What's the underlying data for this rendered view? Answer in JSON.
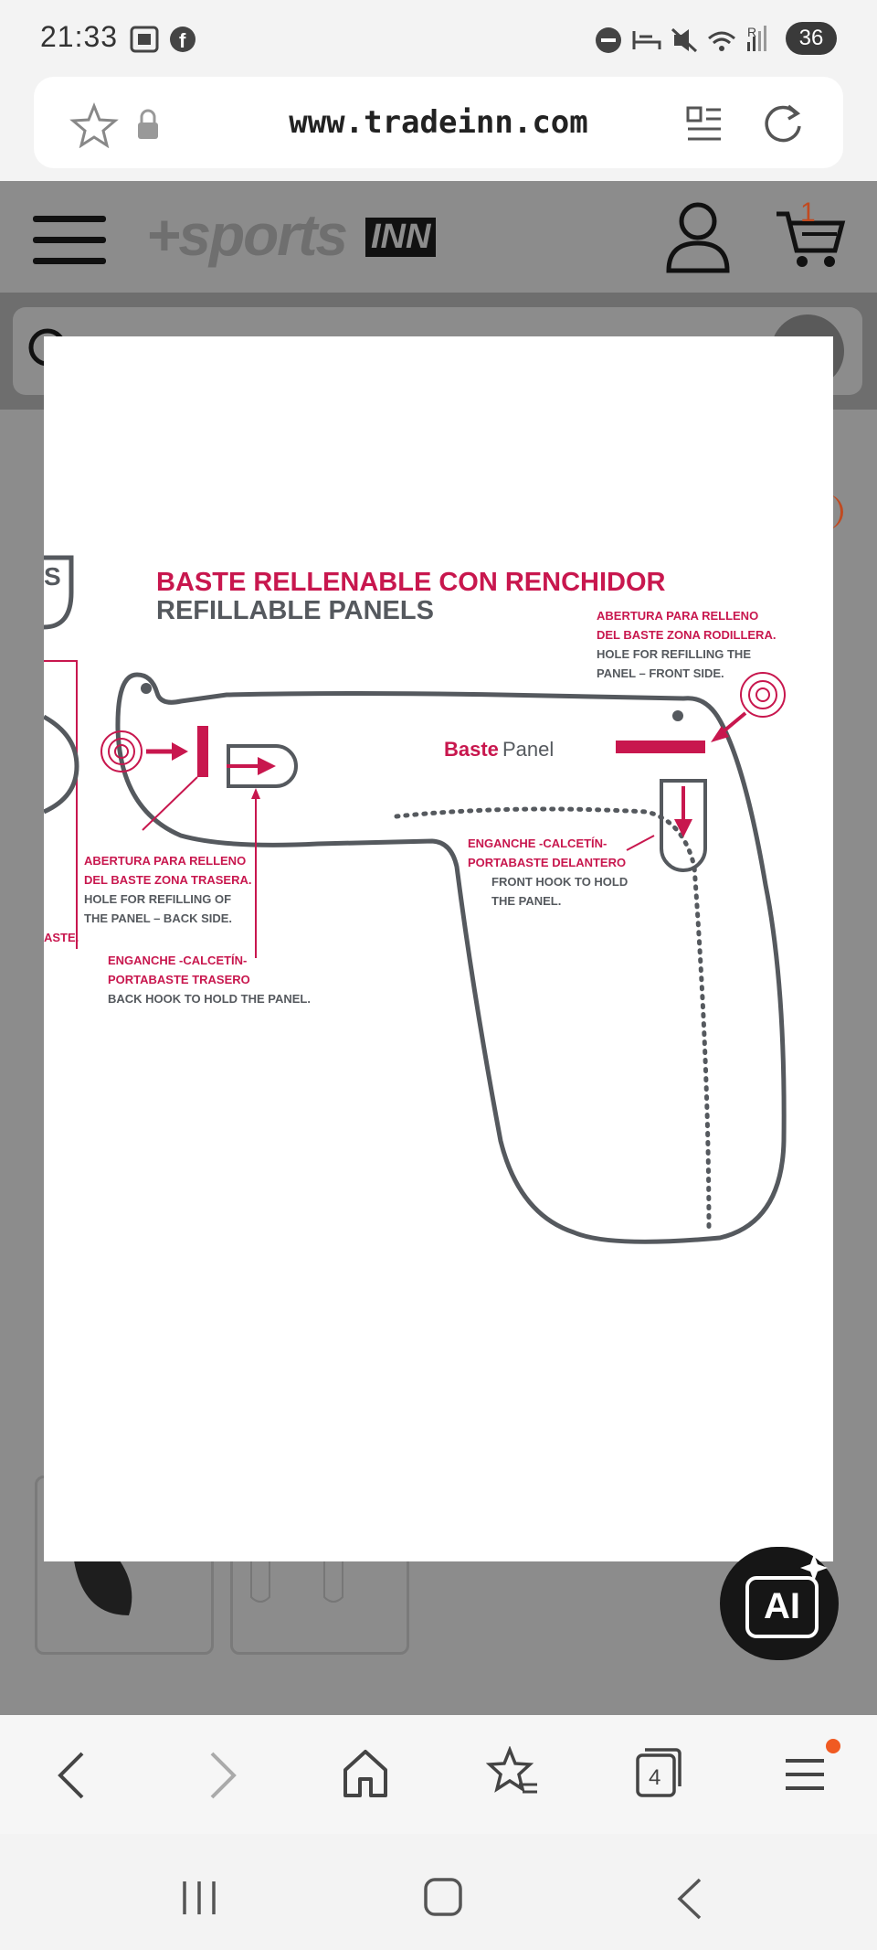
{
  "status_bar": {
    "time": "21:33",
    "battery": "36",
    "signal_label": "R"
  },
  "browser": {
    "url": "www.tradeinn.com",
    "tabs_count": "4"
  },
  "site": {
    "logo_text": "+sports",
    "logo_badge": "INN",
    "cart_count": "1"
  },
  "diagram": {
    "title_es": "BASTE RELLENABLE CON RENCHIDOR",
    "title_en": "REFILLABLE PANELS",
    "left_fragment_top": "S",
    "left_fragment_bottom": "ASTE.",
    "panel_label_a": "Baste",
    "panel_label_b": "Panel",
    "front_hole": [
      "ABERTURA PARA RELLENO",
      "DEL BASTE ZONA RODILLERA.",
      "HOLE FOR REFILLING THE",
      "PANEL – FRONT SIDE."
    ],
    "back_hole": [
      "ABERTURA PARA RELLENO",
      "DEL BASTE ZONA TRASERA.",
      "HOLE FOR REFILLING OF",
      "THE PANEL – BACK SIDE."
    ],
    "front_hook": [
      "ENGANCHE -CALCETÍN-",
      "PORTABASTE DELANTERO",
      "FRONT HOOK TO HOLD",
      "THE PANEL."
    ],
    "back_hook": [
      "ENGANCHE -CALCETÍN-",
      "PORTABASTE TRASERO",
      "BACK HOOK TO HOLD THE PANEL."
    ]
  },
  "ai_button": {
    "label": "AI"
  },
  "colors": {
    "accent": "#c8174e",
    "outline": "#55595e",
    "overlay": "#8c8c8c"
  }
}
